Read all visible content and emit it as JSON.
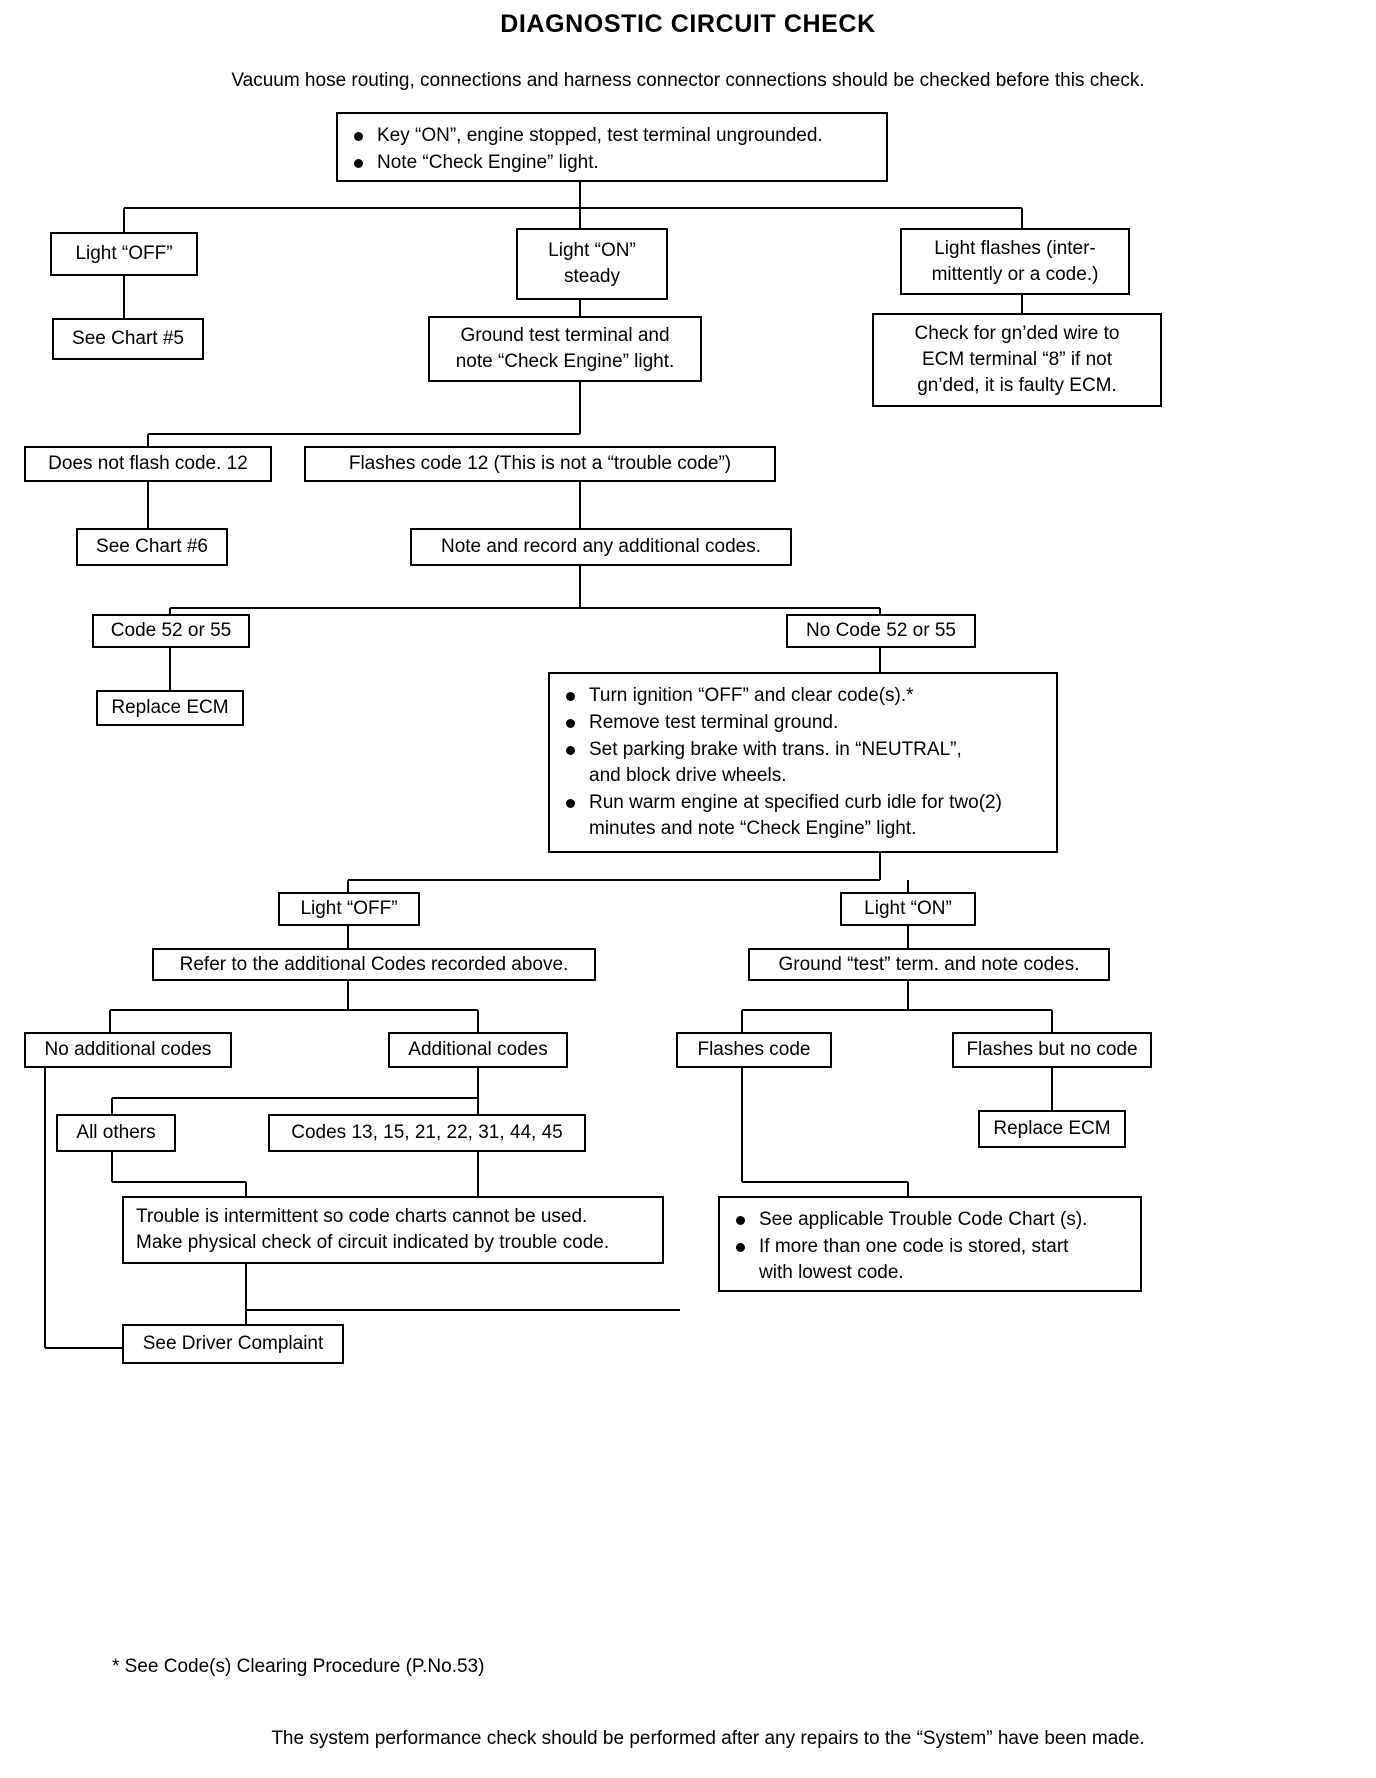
{
  "document": {
    "title": "DIAGNOSTIC CIRCUIT CHECK",
    "intro": "Vacuum hose routing, connections and harness connector connections should be checked before this check.",
    "footnote": "* See Code(s) Clearing Procedure (P.No.53)",
    "footer": "The system performance check should be performed after any repairs to the “System” have been made."
  },
  "nodes": {
    "start": {
      "bullets": [
        "Key “ON”, engine stopped, test terminal ungrounded.",
        "Note “Check Engine” light."
      ]
    },
    "light_off_1": {
      "label": "Light “OFF”"
    },
    "light_on_steady": {
      "line1": "Light “ON”",
      "line2": "steady"
    },
    "light_flashes": {
      "line1": "Light flashes (inter-",
      "line2": "mittently or a code.)"
    },
    "see_chart_5": {
      "label": "See Chart #5"
    },
    "ground_test_terminal": {
      "line1": "Ground test terminal and",
      "line2": "note “Check Engine” light."
    },
    "check_gnded_wire": {
      "line1": "Check for gn’ded wire to",
      "line2": "ECM terminal “8” if not",
      "line3": "gn’ded, it is faulty ECM."
    },
    "does_not_flash_12": {
      "label": "Does not flash code. 12"
    },
    "flashes_code_12": {
      "label": "Flashes code 12 (This is not a “trouble code”)"
    },
    "see_chart_6": {
      "label": "See Chart #6"
    },
    "note_record_codes": {
      "label": "Note and record any additional codes."
    },
    "code_52_or_55": {
      "label": "Code 52 or 55"
    },
    "no_code_52_or_55": {
      "label": "No Code 52 or 55"
    },
    "replace_ecm_left": {
      "label": "Replace ECM"
    },
    "procedure_steps": {
      "bullets": [
        [
          "Turn ignition “OFF” and clear code(s).*"
        ],
        [
          "Remove test terminal ground."
        ],
        [
          "Set parking brake with trans. in “NEUTRAL”,",
          "and block drive wheels."
        ],
        [
          "Run warm engine at specified curb idle for two(2)",
          "minutes and note “Check Engine” light."
        ]
      ]
    },
    "light_off_2": {
      "label": "Light “OFF”"
    },
    "light_on_2": {
      "label": "Light “ON”"
    },
    "refer_additional_codes": {
      "label": "Refer to the additional Codes recorded above."
    },
    "ground_test_term_codes": {
      "label": "Ground “test” term. and note codes."
    },
    "no_additional_codes": {
      "label": "No additional codes"
    },
    "additional_codes": {
      "label": "Additional codes"
    },
    "flashes_code": {
      "label": "Flashes code"
    },
    "flashes_but_no_code": {
      "label": "Flashes but no code"
    },
    "all_others": {
      "label": "All others"
    },
    "codes_list": {
      "label": "Codes 13, 15, 21, 22, 31, 44, 45"
    },
    "replace_ecm_right": {
      "label": "Replace ECM"
    },
    "trouble_intermittent": {
      "line1": "Trouble is intermittent so code charts cannot be used.",
      "line2": "Make physical check of circuit indicated by trouble code."
    },
    "see_trouble_code_chart": {
      "bullets": [
        [
          "See applicable Trouble Code Chart (s)."
        ],
        [
          "If more than one code is stored, start",
          "with lowest code."
        ]
      ]
    },
    "see_driver_complaint": {
      "label": "See Driver Complaint"
    }
  },
  "colors": {
    "ink": "#000000",
    "paper": "#ffffff"
  }
}
